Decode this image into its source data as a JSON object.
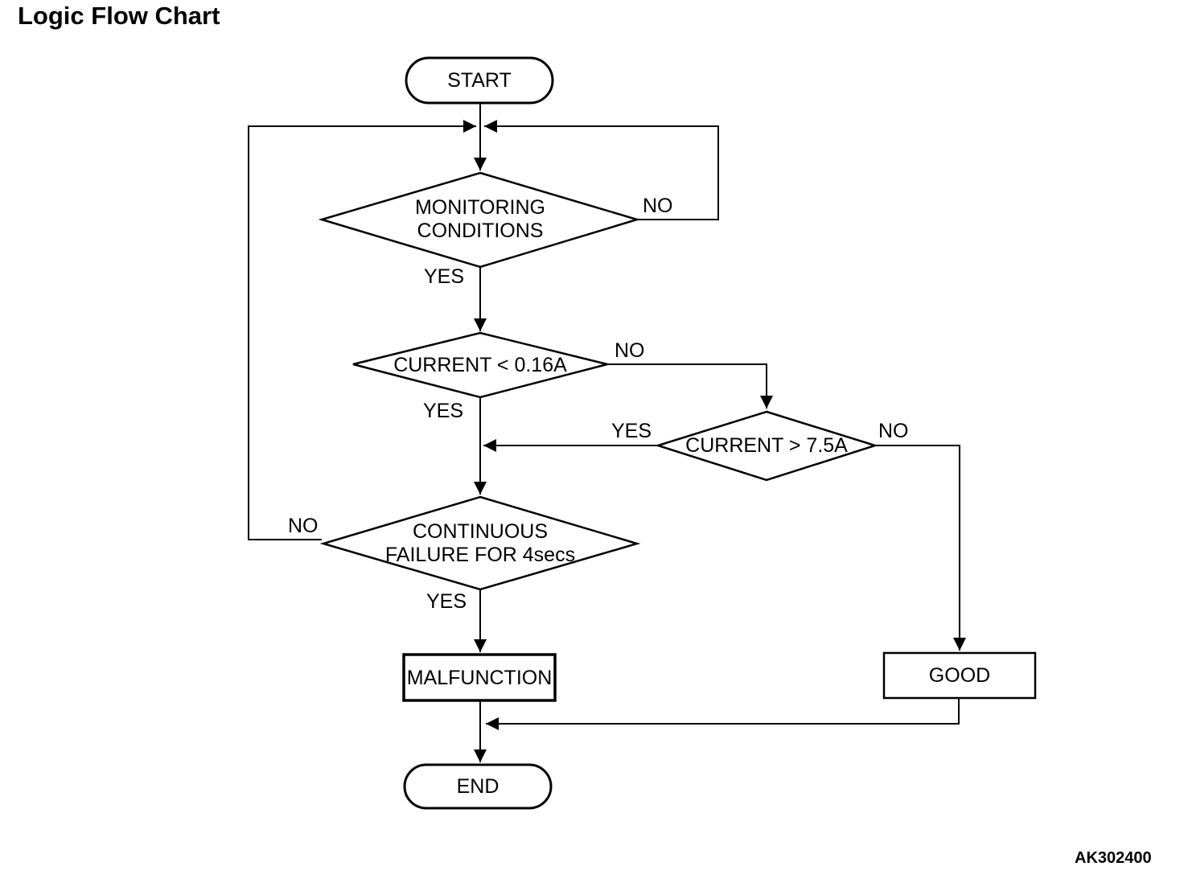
{
  "title": "Logic Flow Chart",
  "figure_code": "AK302400",
  "nodes": {
    "start": {
      "type": "terminator",
      "label": "START"
    },
    "monitoring": {
      "type": "decision",
      "label": "MONITORING\nCONDITIONS"
    },
    "current_low": {
      "type": "decision",
      "label": "CURRENT < 0.16A"
    },
    "current_high": {
      "type": "decision",
      "label": "CURRENT > 7.5A"
    },
    "continuous_failure": {
      "type": "decision",
      "label": "CONTINUOUS\nFAILURE FOR 4secs"
    },
    "malfunction": {
      "type": "process",
      "label": "MALFUNCTION"
    },
    "good": {
      "type": "process",
      "label": "GOOD"
    },
    "end": {
      "type": "terminator",
      "label": "END"
    }
  },
  "edge_labels": {
    "monitoring_no": "NO",
    "monitoring_yes": "YES",
    "current_low_no": "NO",
    "current_low_yes": "YES",
    "current_high_yes": "YES",
    "current_high_no": "NO",
    "continuous_no": "NO",
    "continuous_yes": "YES"
  },
  "colors": {
    "line": "#000000",
    "fill": "#ffffff",
    "background": "#ffffff"
  }
}
